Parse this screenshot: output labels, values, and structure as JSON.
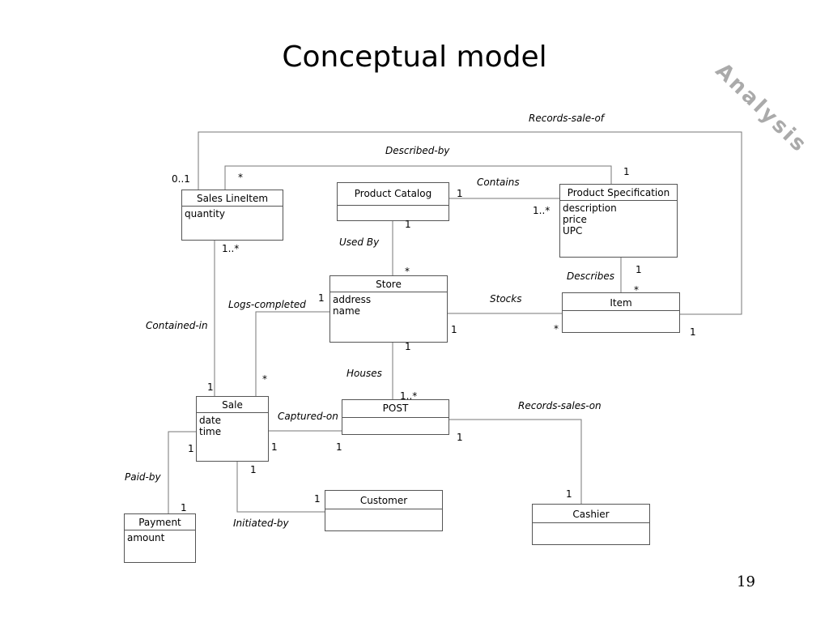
{
  "title": "Conceptual model",
  "corner_label": "Analysis",
  "page_number": "19",
  "classes": {
    "sales_line_item": {
      "name": "Sales LineItem",
      "attributes": [
        "quantity"
      ]
    },
    "product_catalog": {
      "name": "Product Catalog",
      "attributes": []
    },
    "product_specification": {
      "name": "Product Specification",
      "attributes": [
        "description",
        "price",
        "UPC"
      ]
    },
    "store": {
      "name": "Store",
      "attributes": [
        "address",
        "name"
      ]
    },
    "item": {
      "name": "Item",
      "attributes": []
    },
    "sale": {
      "name": "Sale",
      "attributes": [
        "date",
        "time"
      ]
    },
    "post": {
      "name": "POST",
      "attributes": []
    },
    "customer": {
      "name": "Customer",
      "attributes": []
    },
    "cashier": {
      "name": "Cashier",
      "attributes": []
    },
    "payment": {
      "name": "Payment",
      "attributes": [
        "amount"
      ]
    }
  },
  "associations": {
    "records_sale_of": "Records-sale-of",
    "described_by": "Described-by",
    "contains": "Contains",
    "used_by": "Used By",
    "describes": "Describes",
    "logs_completed": "Logs-completed",
    "stocks": "Stocks",
    "contained_in": "Contained-in",
    "houses": "Houses",
    "records_sales_on": "Records-sales-on",
    "captured_on": "Captured-on",
    "paid_by": "Paid-by",
    "initiated_by": "Initiated-by"
  },
  "multiplicities": {
    "sli_records": "0..1",
    "sli_described": "*",
    "ps_described": "1",
    "pc_contains": "1",
    "ps_contains": "1..*",
    "pc_usedby": "1",
    "store_usedby": "*",
    "ps_describes": "1",
    "item_describes": "*",
    "sli_contained": "1..*",
    "store_logs": "1",
    "sale_logs": "*",
    "store_stocks": "1",
    "item_stocks": "*",
    "item_records": "1",
    "store_houses": "1",
    "post_houses": "1..*",
    "sale_contained": "1",
    "post_cashier": "1",
    "cashier_post": "1",
    "sale_paid": "1",
    "payment_paid": "1",
    "sale_captured": "1",
    "post_captured": "1",
    "sale_initiated": "1",
    "customer_initiated": "1"
  }
}
